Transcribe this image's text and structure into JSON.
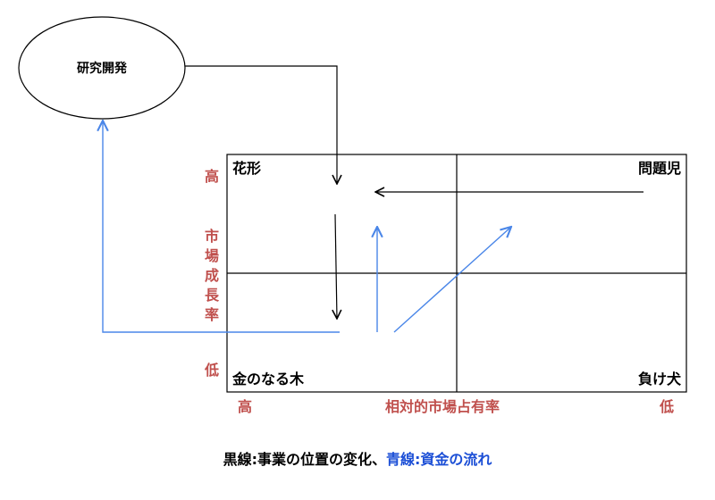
{
  "colors": {
    "black_line": "#000000",
    "blue_line": "#4a86e8",
    "axis_label": "#c0504d",
    "caption_blue": "#1c4fd6"
  },
  "rd": {
    "label": "研究開発"
  },
  "quadrants": {
    "top_left": "花形",
    "top_right": "問題児",
    "bottom_left": "金のなる木",
    "bottom_right": "負け犬"
  },
  "y_axis": {
    "high": "高",
    "title": "市場成長率",
    "low": "低"
  },
  "x_axis": {
    "high": "高",
    "title": "相対的市場占有率",
    "low": "低"
  },
  "caption": {
    "black_part": "黒線:事業の位置の変化、",
    "blue_part": "青線:資金の流れ"
  }
}
